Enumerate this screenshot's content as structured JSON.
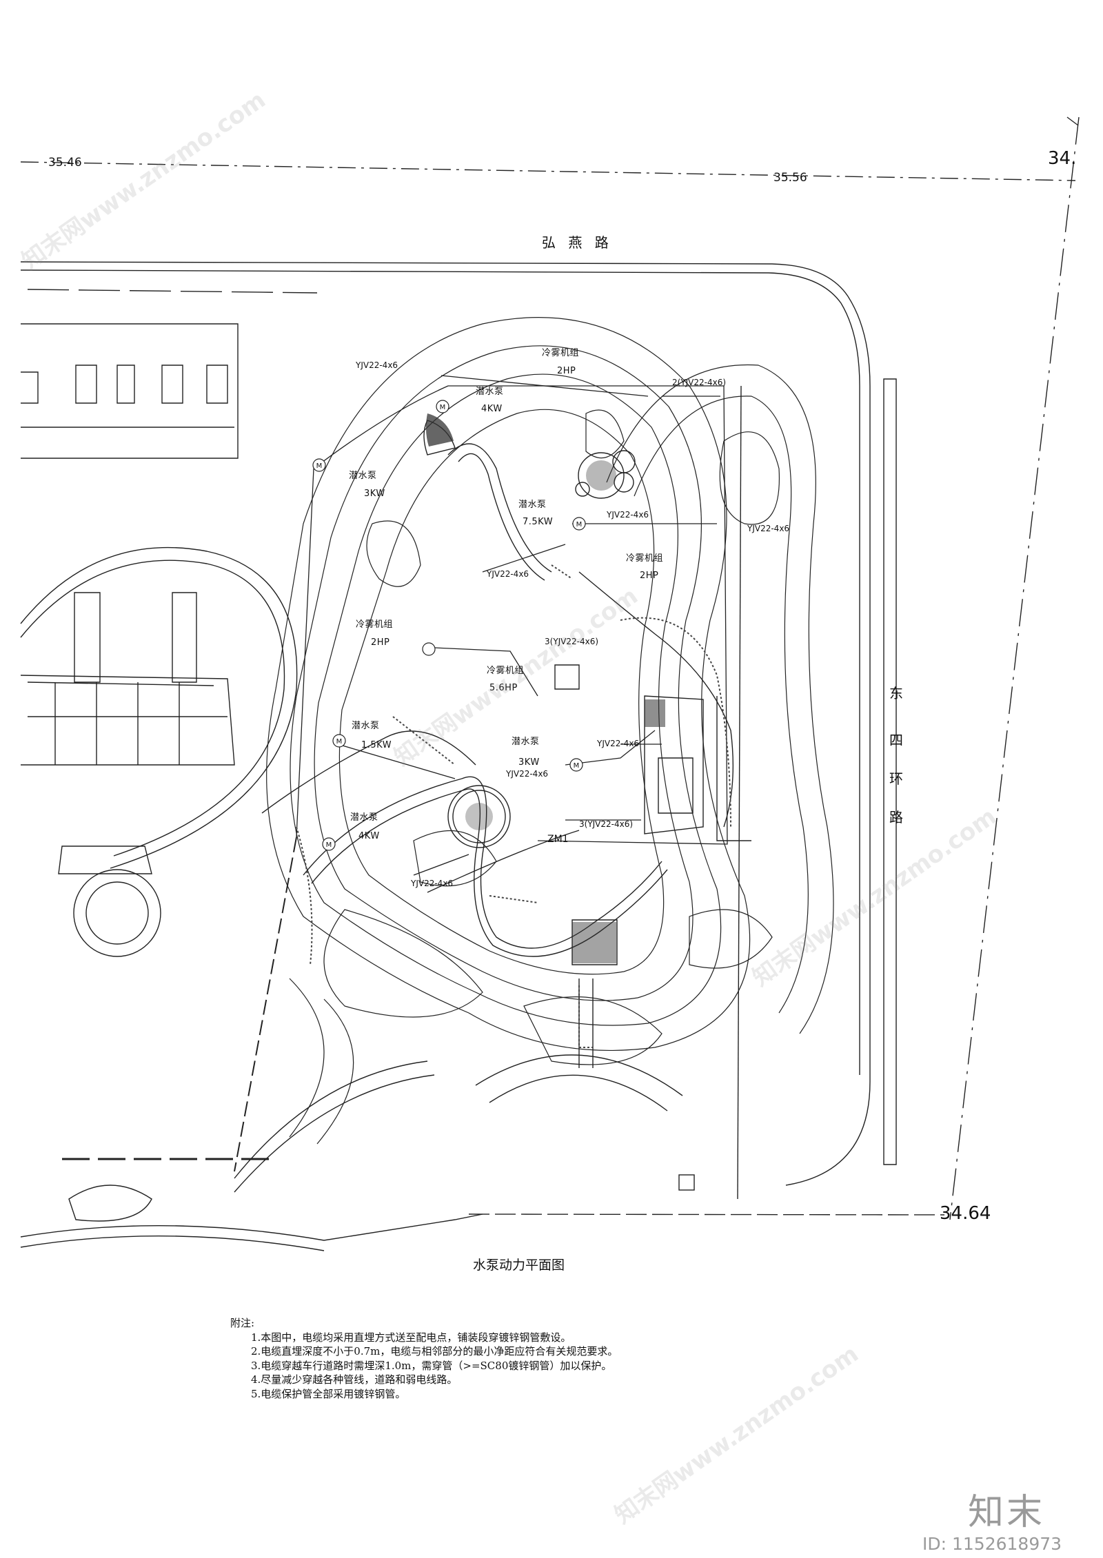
{
  "elevations": {
    "top_left": "35.46",
    "top_mid": "35.56",
    "top_right": "34.",
    "bottom_right": "34.64"
  },
  "roads": {
    "north": "弘 燕 路",
    "east": [
      "东",
      "四",
      "环",
      "路"
    ]
  },
  "equipment": [
    {
      "name": "冷雾机组",
      "power": "2HP"
    },
    {
      "name": "潜水泵",
      "power": "4KW"
    },
    {
      "name": "潜水泵",
      "power": "3KW"
    },
    {
      "name": "潜水泵",
      "power": "7.5KW"
    },
    {
      "name": "冷雾机组",
      "power": "2HP"
    },
    {
      "name": "冷雾机组",
      "power": "2HP"
    },
    {
      "name": "冷雾机组",
      "power": "5.6HP"
    },
    {
      "name": "潜水泵",
      "power": "1.5KW"
    },
    {
      "name": "潜水泵",
      "power": "3KW"
    },
    {
      "name": "潜水泵",
      "power": "4KW"
    }
  ],
  "cables": {
    "c1": "YJV22-4x6",
    "c2": "2(YJV22-4x6)",
    "c3": "YJV22-4x6",
    "c4": "YJV22-4x6",
    "c5": "YJV22-4x6",
    "c6": "3(YJV22-4x6)",
    "c7": "YJV22-4x6",
    "c8": "YJV22-4x6",
    "c9": "3(YJV22-4x6)",
    "c10": "YJV22-4x6"
  },
  "panel": "ZM1",
  "motor_symbol": "M",
  "drawing_title": "水泵动力平面图",
  "notes": {
    "heading": "附注:",
    "items": [
      "1.本图中，电缆均采用直埋方式送至配电点，铺装段穿镀锌钢管敷设。",
      "2.电缆直埋深度不小于0.7m，电缆与相邻部分的最小净距应符合有关规范要求。",
      "3.电缆穿越车行道路时需埋深1.0m，需穿管（>=SC80镀锌钢管）加以保护。",
      "4.尽量减少穿越各种管线，道路和弱电线路。",
      "5.电缆保护管全部采用镀锌钢管。"
    ]
  },
  "branding": {
    "logo": "知末",
    "id_text": "ID: 1152618973",
    "watermark": "知末网www.znzmo.com"
  }
}
